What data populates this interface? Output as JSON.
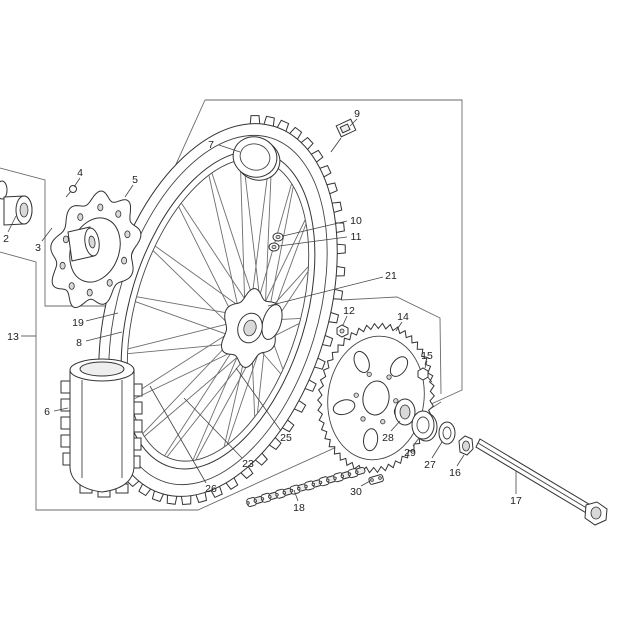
{
  "diagram": {
    "callouts": [
      "2",
      "3",
      "4",
      "5",
      "6",
      "7",
      "8",
      "9",
      "10",
      "11",
      "12",
      "13",
      "14",
      "15",
      "16",
      "17",
      "18",
      "19",
      "21",
      "23",
      "25",
      "26",
      "27",
      "28",
      "29",
      "30"
    ],
    "line_color": "#444444",
    "background": "#ffffff"
  }
}
